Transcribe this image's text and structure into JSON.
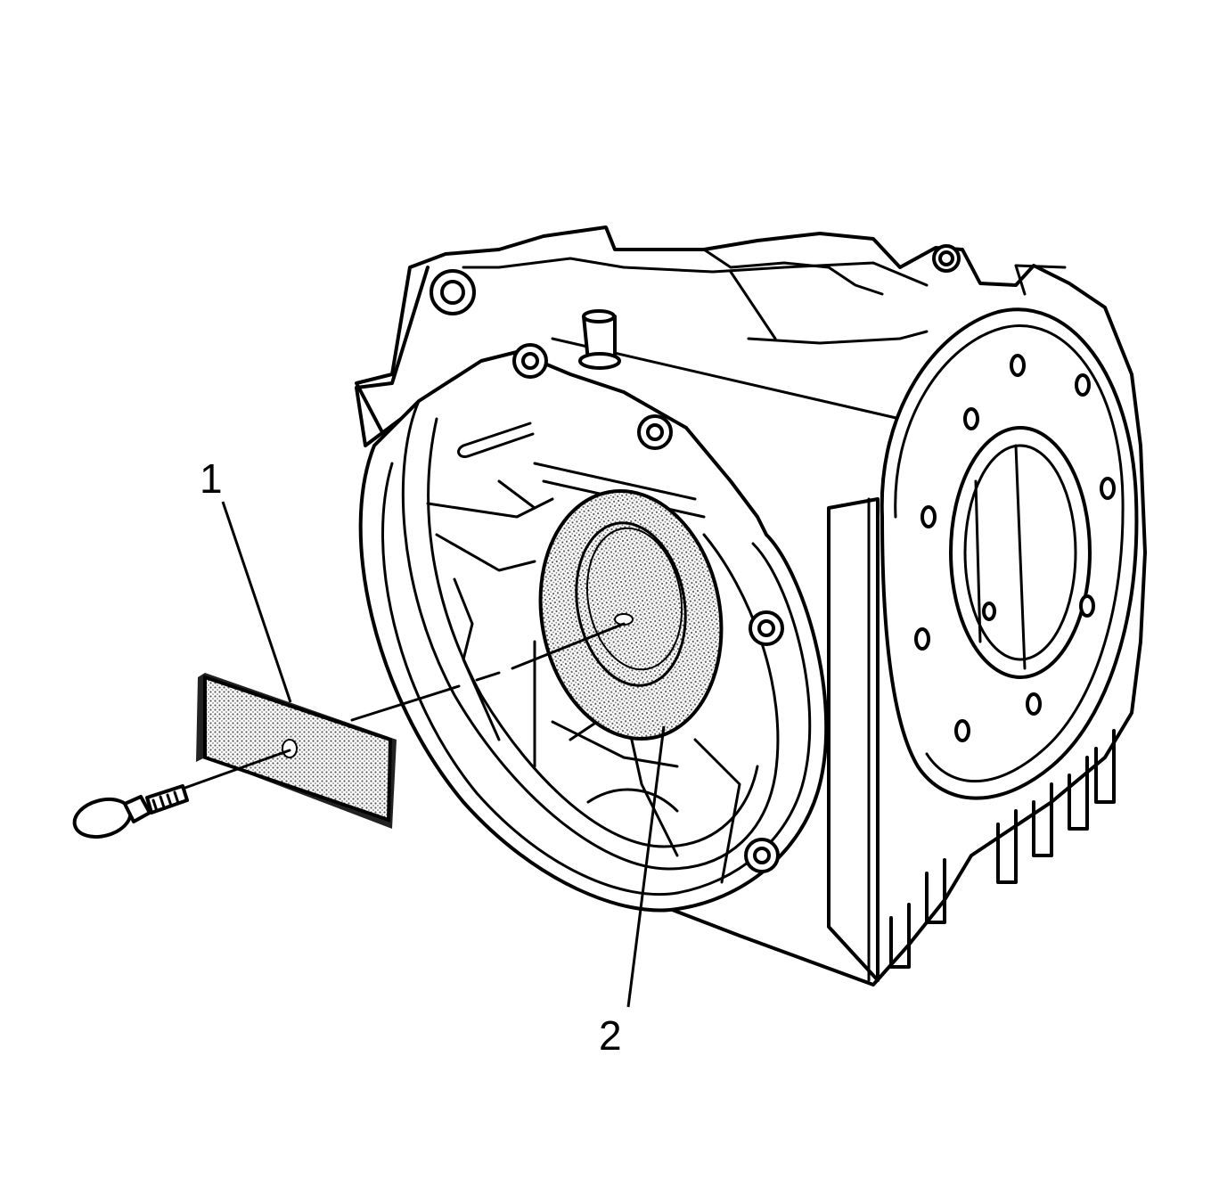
{
  "callouts": [
    {
      "label": "1",
      "part": "filter"
    },
    {
      "label": "2",
      "part": "seal"
    }
  ],
  "colors": {
    "line": "#000000",
    "background": "#ffffff",
    "shading": "#b0b0b0"
  }
}
